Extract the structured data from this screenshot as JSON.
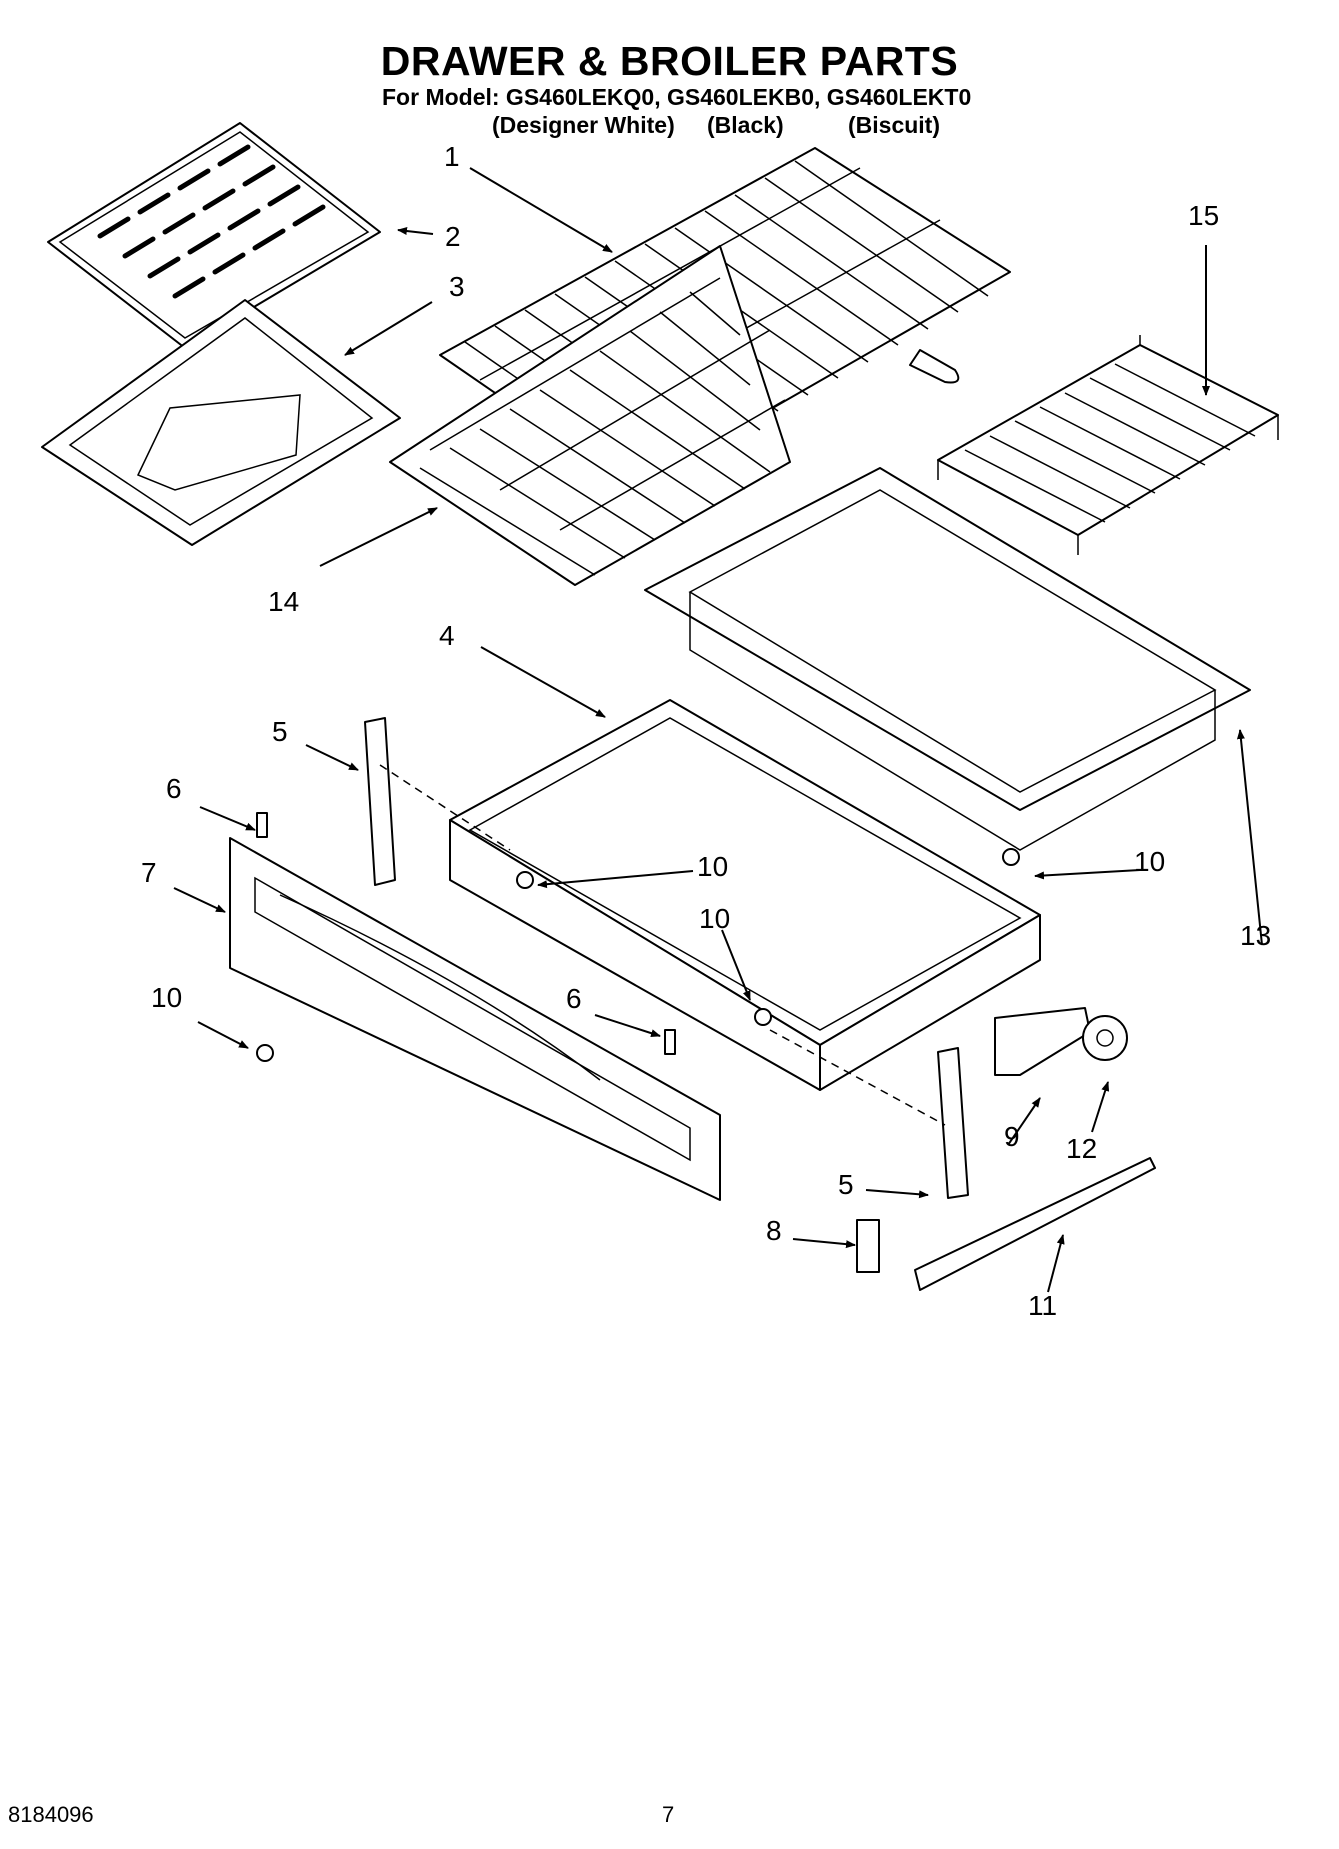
{
  "header": {
    "title": "DRAWER & BROILER PARTS",
    "model_line": "For Model: GS460LEKQ0, GS460LEKB0, GS460LEKT0",
    "variants": [
      "(Designer White)",
      "(Black)",
      "(Biscuit)"
    ]
  },
  "callouts": {
    "c1": "1",
    "c2": "2",
    "c3": "3",
    "c4": "4",
    "c5a": "5",
    "c5b": "5",
    "c6a": "6",
    "c6b": "6",
    "c7": "7",
    "c8": "8",
    "c9": "9",
    "c10a": "10",
    "c10b": "10",
    "c10c": "10",
    "c10d": "10",
    "c11": "11",
    "c12": "12",
    "c13": "13",
    "c14": "14",
    "c15": "15"
  },
  "footer": {
    "doc_number": "8184096",
    "page_number": "7"
  }
}
